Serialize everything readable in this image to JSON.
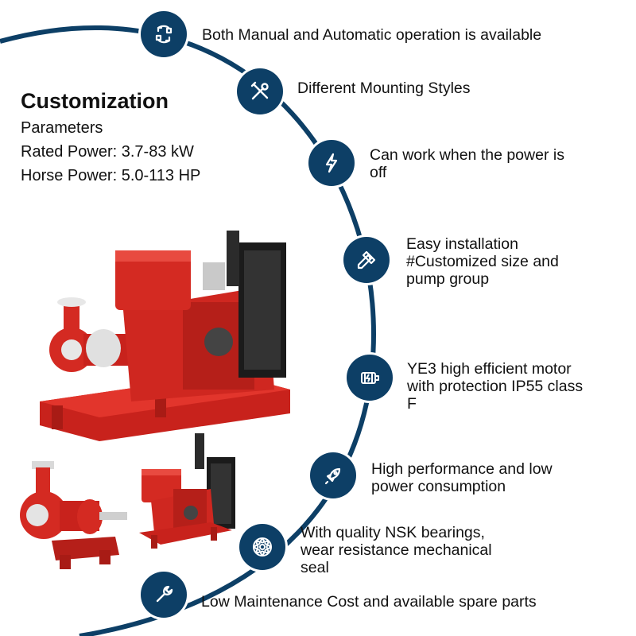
{
  "colors": {
    "arc": "#0d3f66",
    "icon_bg": "#0d3f66",
    "pump_red": "#d42a22"
  },
  "customization": {
    "heading": "Customization",
    "params": [
      "Parameters",
      "Rated Power: 3.7-83 kW",
      "Horse Power: 5.0-113 HP"
    ]
  },
  "features": [
    {
      "icon": "refresh-arrows-icon",
      "lines": [
        "Both Manual and Automatic operation is available"
      ]
    },
    {
      "icon": "tools-icon",
      "lines": [
        "Different Mounting Styles"
      ]
    },
    {
      "icon": "lightning-icon",
      "lines": [
        "Can work when the power is",
        "off"
      ]
    },
    {
      "icon": "pencil-ruler-icon",
      "lines": [
        "Easy installation",
        "#Customized size and",
        "pump group"
      ]
    },
    {
      "icon": "motor-icon",
      "lines": [
        "YE3 high efficient motor",
        "with protection IP55 class",
        "F"
      ]
    },
    {
      "icon": "rocket-icon",
      "lines": [
        "High performance and low",
        "power consumption"
      ]
    },
    {
      "icon": "bearing-icon",
      "lines": [
        "With quality NSK bearings,",
        "wear resistance mechanical",
        "seal"
      ]
    },
    {
      "icon": "wrench-icon",
      "lines": [
        "Low Maintenance Cost and available spare parts"
      ]
    }
  ],
  "products": [
    "diesel-engine-pump-set-image",
    "end-suction-pump-image",
    "diesel-engine-image"
  ]
}
